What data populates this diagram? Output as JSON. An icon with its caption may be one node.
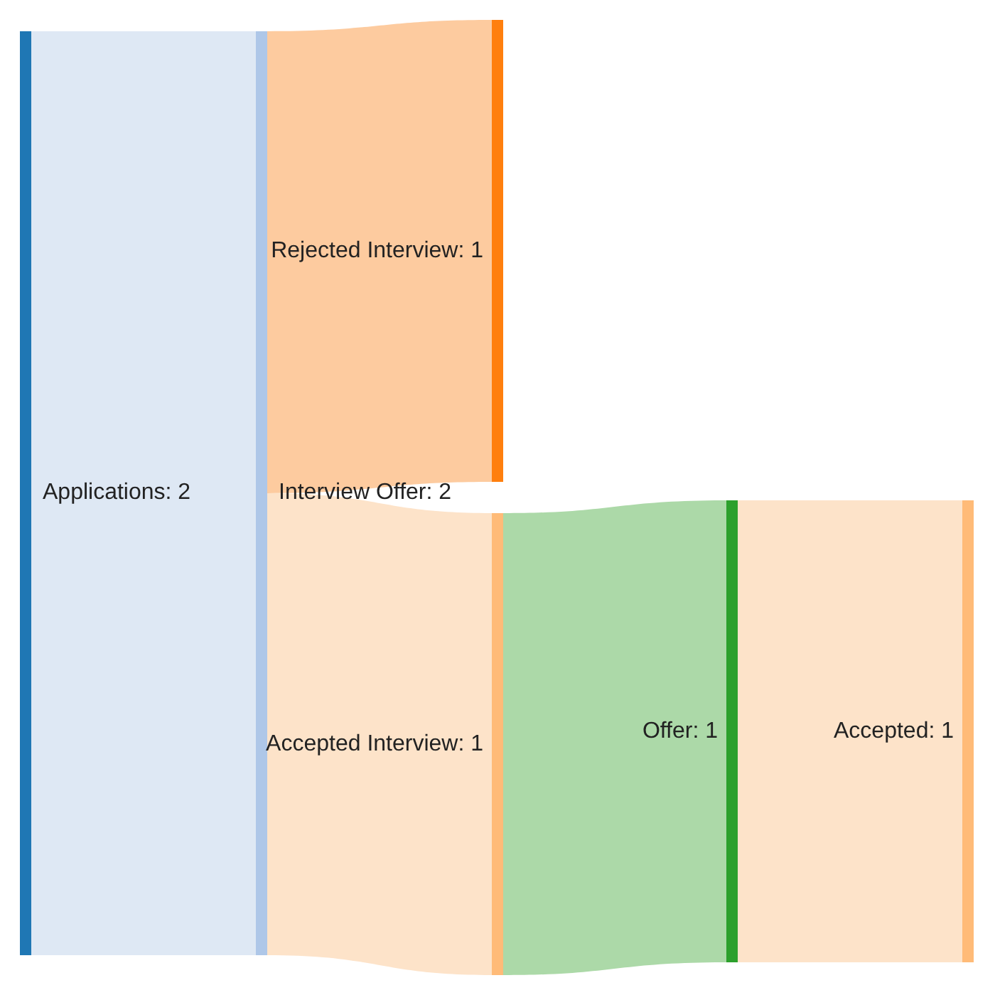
{
  "diagram": {
    "nodes": [
      {
        "text": [
          "Applications: 2"
        ]
      },
      {
        "text": [
          "Interview Offer: 2"
        ]
      },
      {
        "text": [
          "Rejected Interview: 1"
        ]
      },
      {
        "text": [
          "Accepted Interview: 1"
        ]
      },
      {
        "text": [
          "Offer: 1"
        ]
      },
      {
        "text": [
          "Accepted: 1"
        ]
      }
    ],
    "edges": [
      {
        "from": 0,
        "to": 1,
        "arrow": "none",
        "color": "#dee8f4"
      },
      {
        "from": 1,
        "to": 2,
        "arrow": "none",
        "color": "#fdcb9f"
      },
      {
        "from": 1,
        "to": 3,
        "arrow": "none",
        "color": "#fde3c9"
      },
      {
        "from": 3,
        "to": 4,
        "arrow": "none",
        "color": "#acd9a8"
      },
      {
        "from": 4,
        "to": 5,
        "arrow": "none",
        "color": "#fde3c9"
      }
    ]
  }
}
